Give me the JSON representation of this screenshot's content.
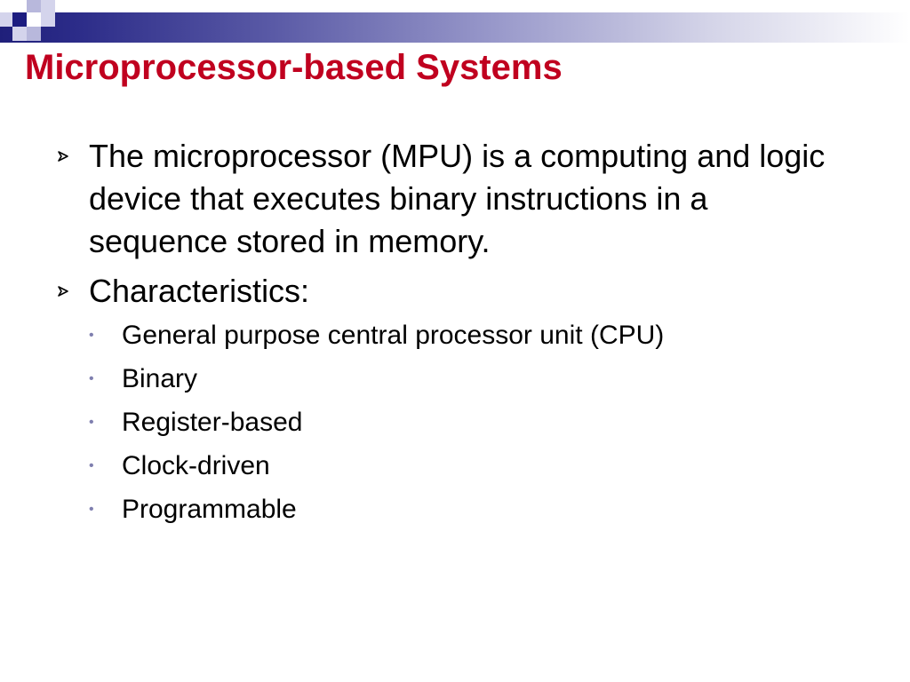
{
  "slide": {
    "title": "Microprocessor-based Systems",
    "bullets": [
      "The microprocessor (MPU) is a computing and logic device that executes binary instructions in a sequence stored in memory.",
      "Characteristics:"
    ],
    "sub_bullets": [
      "General purpose central processor unit (CPU)",
      "Binary",
      "Register-based",
      "Clock-driven",
      "Programmable"
    ],
    "sub_bullet_glyph": "•",
    "colors": {
      "title": "#c0001f",
      "bar_dark": "#1f1f7a",
      "square_dark": "#1c1c80",
      "square_light": "#b8b8dc",
      "sub_bullet": "#7f7faf"
    },
    "icons": {
      "bullet": "arrow-head-icon",
      "decoration": "square-pattern-icon"
    }
  }
}
